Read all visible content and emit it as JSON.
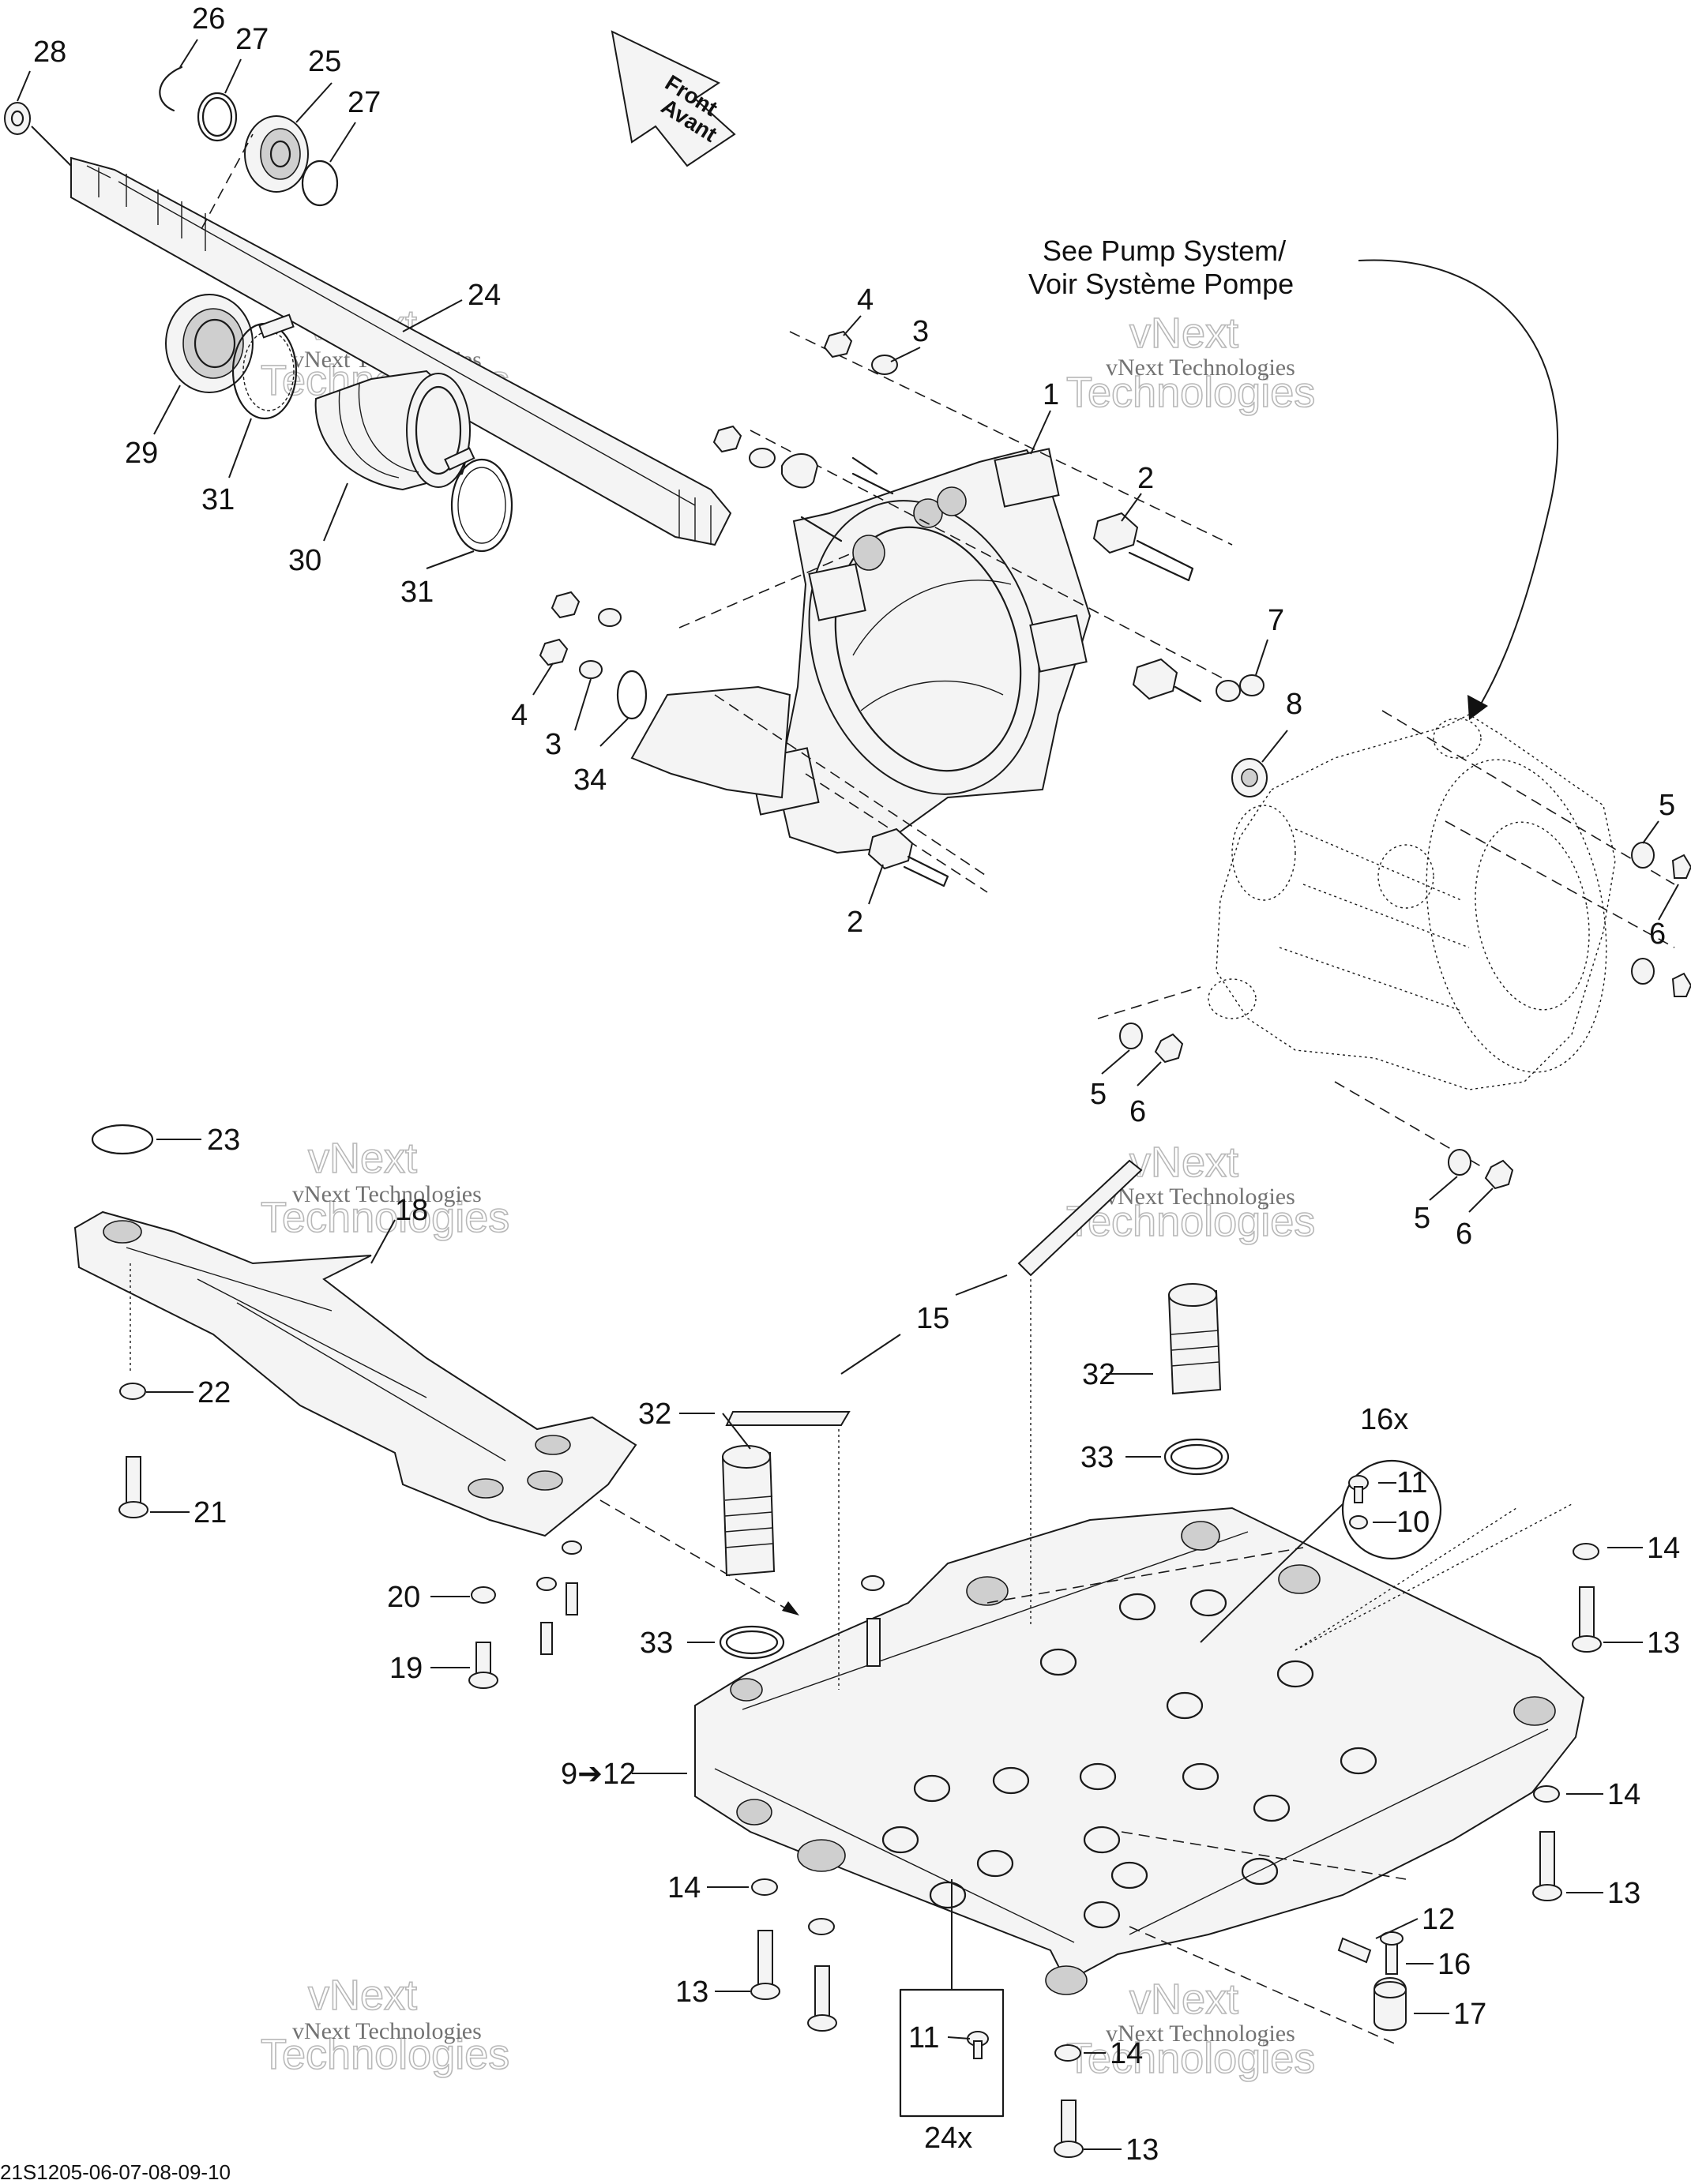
{
  "front_arrow": {
    "line1": "Front",
    "line2": "Avant"
  },
  "see_note": {
    "line1": "See Pump System/",
    "line2": "Voir Système Pompe"
  },
  "watermark": {
    "text": "vNext Technologies",
    "outline1": "vNext",
    "outline2": "Technologies"
  },
  "drawing_code": "21S1205-06-07-08-09-10",
  "callouts": {
    "c28": "28",
    "c26": "26",
    "c27a": "27",
    "c25": "25",
    "c27b": "27",
    "c24": "24",
    "c29": "29",
    "c31a": "31",
    "c30": "30",
    "c31b": "31",
    "c4a": "4",
    "c3a": "3",
    "c1": "1",
    "c2a": "2",
    "c7": "7",
    "c8": "8",
    "c4b": "4",
    "c3b": "3",
    "c34": "34",
    "c2b": "2",
    "c5a": "5",
    "c6a": "6",
    "c5b": "5",
    "c6b": "6",
    "c5c": "5",
    "c6c": "6",
    "c23": "23",
    "c18": "18",
    "c22": "22",
    "c21": "21",
    "c20": "20",
    "c19": "19",
    "c15": "15",
    "c32a": "32",
    "c32b": "32",
    "c33a": "33",
    "c33b": "33",
    "c16x": "16x",
    "c11a": "11",
    "c10": "10",
    "c14a": "14",
    "c13a": "13",
    "c14b": "14",
    "c13b": "13",
    "c912": "9➔12",
    "c14c": "14",
    "c13c": "13",
    "c12": "12",
    "c16": "16",
    "c17": "17",
    "c11b": "11",
    "c24x": "24x",
    "c14d": "14",
    "c13d": "13"
  }
}
